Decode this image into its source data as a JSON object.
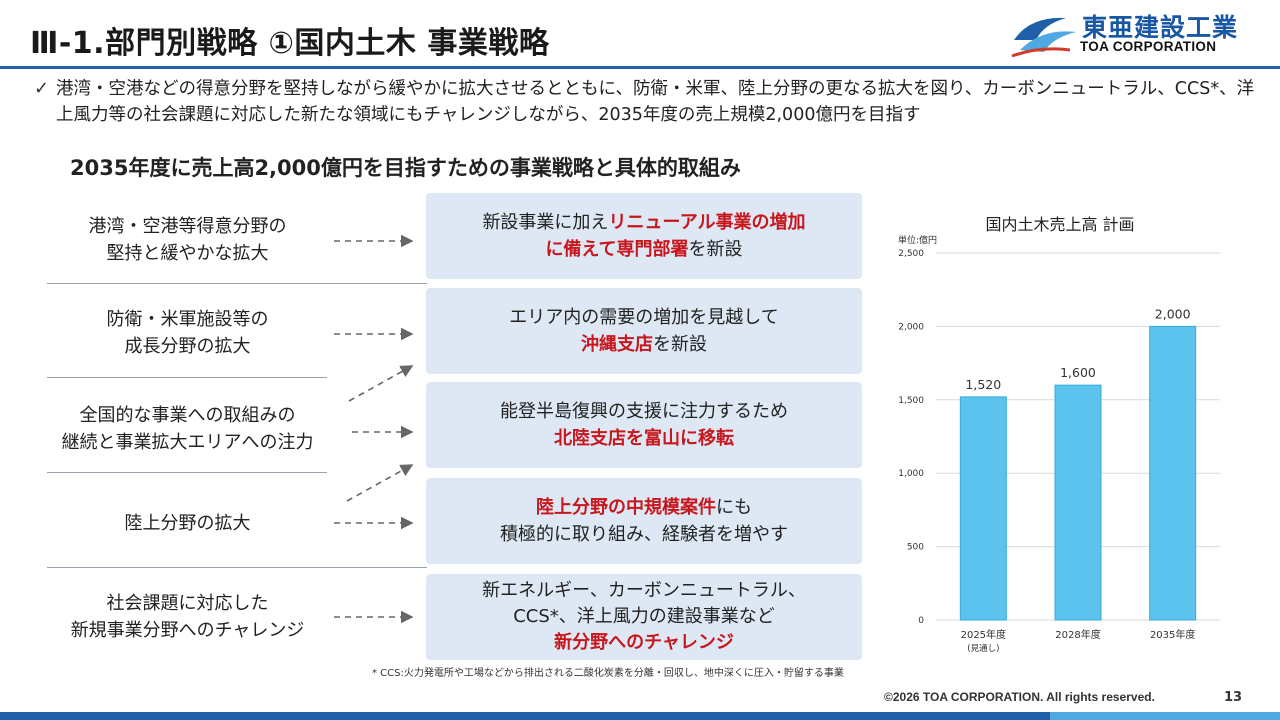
{
  "header": {
    "title": "Ⅲ-1.部門別戦略 ①国内土木 事業戦略",
    "logo_jp": "東亜建設工業",
    "logo_en": "TOA CORPORATION"
  },
  "summary": {
    "check": "✓",
    "text": "港湾・空港などの得意分野を堅持しながら緩やかに拡大させるとともに、防衛・米軍、陸上分野の更なる拡大を図り、カーボンニュートラル、CCS*、洋上風力等の社会課題に対応した新たな領域にもチャレンジしながら、2035年度の売上規模2,000億円を目指す"
  },
  "subheading": "2035年度に売上高2,000億円を目指すための事業戦略と具体的取組み",
  "strategies": [
    {
      "line1": "港湾・空港等得意分野の",
      "line2": "堅持と緩やかな拡大"
    },
    {
      "line1": "防衛・米軍施設等の",
      "line2": "成長分野の拡大"
    },
    {
      "line1": "全国的な事業への取組みの",
      "line2": "継続と事業拡大エリアへの注力"
    },
    {
      "line1": "陸上分野の拡大",
      "line2": ""
    },
    {
      "line1": "社会課題に対応した",
      "line2": "新規事業分野へのチャレンジ"
    }
  ],
  "actions": [
    {
      "a": "新設事業に加え",
      "b": "リニューアル事業の増加",
      "c": "に備えて専門部署",
      "d": "を新設"
    },
    {
      "a": "エリア内の需要の増加を見越して",
      "b": "沖縄支店",
      "c": "を新設"
    },
    {
      "a": "能登半島復興の支援に注力するため",
      "b": "北陸支店を富山に移転"
    },
    {
      "a": "陸上分野の中規模案件",
      "b": "にも",
      "c": "積極的に取り組み、経験者を増やす"
    },
    {
      "a": "新エネルギー、カーボンニュートラル、",
      "b": "CCS*、洋上風力の建設事業など",
      "c": "新分野へのチャレンジ"
    }
  ],
  "footnote": "* CCS:火力発電所や工場などから排出される二酸化炭素を分離・回収し、地中深くに圧入・貯留する事業",
  "footer": {
    "copyright": "©2026 TOA CORPORATION. All rights reserved.",
    "page": "13"
  },
  "colors": {
    "accent_blue": "#1f5fa8",
    "bar": "#5bc3ee",
    "highlight_red": "#c8161d",
    "box": "#dde8f4"
  },
  "chart_data": {
    "type": "bar",
    "title": "国内土木売上高 計画",
    "unit_label": "単位:億円",
    "categories": [
      "2025年度",
      "2028年度",
      "2035年度"
    ],
    "category_notes": [
      "(見通し)",
      "",
      ""
    ],
    "values": [
      1520,
      1600,
      2000
    ],
    "value_labels": [
      "1,520",
      "1,600",
      "2,000"
    ],
    "ylim": [
      0,
      2500
    ],
    "yticks": [
      0,
      500,
      1000,
      1500,
      2000,
      2500
    ],
    "ytick_labels": [
      "0",
      "500",
      "1,000",
      "1,500",
      "2,000",
      "2,500"
    ],
    "grid": true
  }
}
